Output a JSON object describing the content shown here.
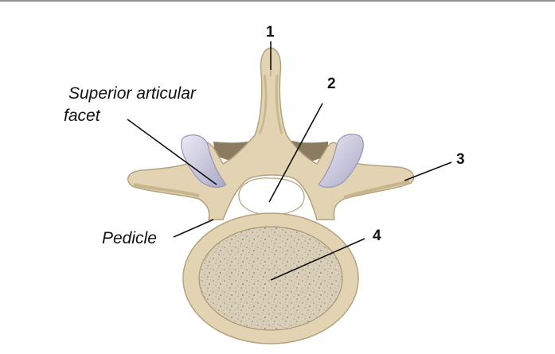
{
  "labels": {
    "n1": "1",
    "n2": "2",
    "n3": "3",
    "n4": "4",
    "superior_line1": "Superior articular",
    "superior_line2": "facet",
    "pedicle": "Pedicle"
  },
  "colors": {
    "bone": "#e3d6b7",
    "bone_shadow": "#c8b792",
    "bone_outline": "#b2a27e",
    "facet": "#bdbcd6",
    "facet_light": "#e4e3ee",
    "notch_shadow": "#8a7a5c",
    "body_fill": "#d7ccb3",
    "speckle": "#a59a83",
    "leader": "#111111"
  }
}
